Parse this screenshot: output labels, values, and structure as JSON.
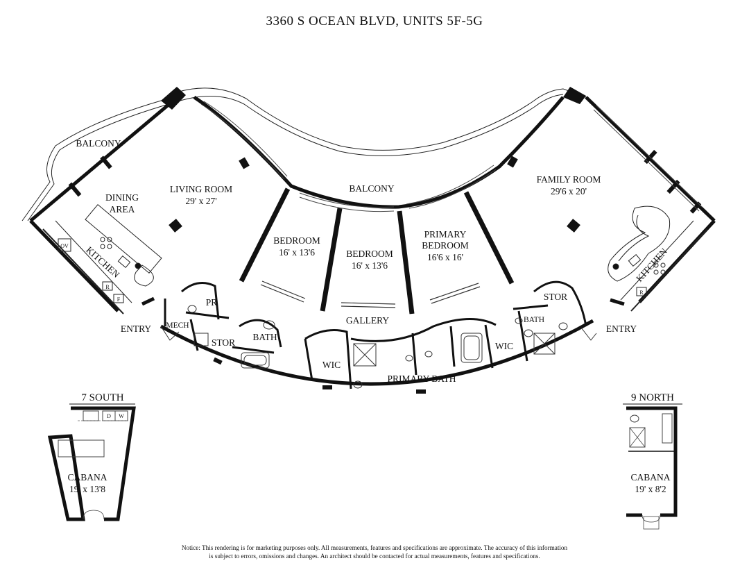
{
  "title": "3360 S OCEAN BLVD, UNITS 5F-5G",
  "rooms": {
    "balcony_left": "BALCONY",
    "balcony_center": "BALCONY",
    "dining_1": "DINING",
    "dining_2": "AREA",
    "living": "LIVING ROOM",
    "living_dim": "29' x 27'",
    "bedroom1": "BEDROOM",
    "bedroom1_dim": "16' x 13'6",
    "bedroom2": "BEDROOM",
    "bedroom2_dim": "16' x 13'6",
    "primary_1": "PRIMARY",
    "primary_2": "BEDROOM",
    "primary_dim": "16'6 x 16'",
    "family": "FAMILY ROOM",
    "family_dim": "29'6 x 20'",
    "kitchen_left": "KITCHEN",
    "kitchen_right": "KITCHEN",
    "ov": "OV",
    "r_left": "R",
    "f_left": "F",
    "r_right": "R",
    "pr": "PR",
    "mech": "MECH",
    "stor_left": "STOR",
    "bath_left": "BATH",
    "wic_left": "WIC",
    "gallery": "GALLERY",
    "primary_bath": "PRIMARY BATH",
    "wic_right": "WIC",
    "bath_right": "BATH",
    "stor_right": "STOR",
    "entry_left": "ENTRY",
    "entry_right": "ENTRY"
  },
  "cabanas": {
    "south_heading": "7 SOUTH",
    "south_name": "CABANA",
    "south_dim": "19' x 13'8",
    "south_d": "D",
    "south_w": "W",
    "north_heading": "9 NORTH",
    "north_name": "CABANA",
    "north_dim": "19' x 8'2"
  },
  "notice": {
    "line1": "Notice: This rendering is for marketing purposes only. All measurements, features and specifications are approximate. The accuracy of this information",
    "line2": "is subject to errors, omissions and changes. An architect should be contacted for actual measurements, features and specifications."
  }
}
